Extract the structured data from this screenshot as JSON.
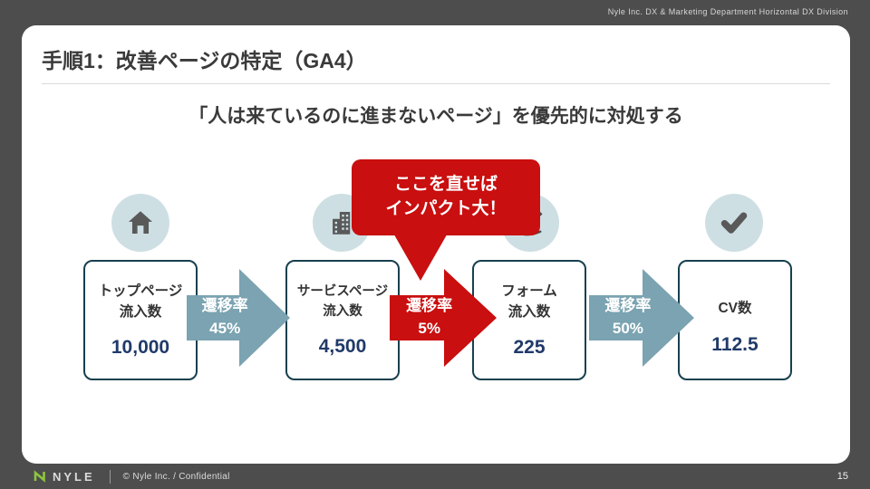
{
  "header": {
    "top_right": "Nyle Inc.  DX & Marketing Department  Horizontal DX Division"
  },
  "slide": {
    "title": "手順1：改善ページの特定（GA4）",
    "subtitle": "「人は来ているのに進まないページ」を優先的に対処する",
    "callout": {
      "line1": "ここを直せば",
      "line2": "インパクト大！"
    },
    "funnel": {
      "stages": [
        {
          "icon": "home-icon",
          "label_line1": "トップページ",
          "label_line2": "流入数",
          "value": "10,000"
        },
        {
          "icon": "building-icon",
          "label_line1": "サービスページ",
          "label_line2": "流入数",
          "value": "4,500"
        },
        {
          "icon": "form-icon",
          "label_line1": "フォーム",
          "label_line2": "流入数",
          "value": "225"
        },
        {
          "icon": "check-icon",
          "label_line1": "CV数",
          "label_line2": "",
          "value": "112.5"
        }
      ],
      "transitions": [
        {
          "label": "遷移率",
          "rate": "45%",
          "highlight": false
        },
        {
          "label": "遷移率",
          "rate": "5%",
          "highlight": true
        },
        {
          "label": "遷移率",
          "rate": "50%",
          "highlight": false
        }
      ]
    }
  },
  "footer": {
    "logo_text": "NYLE",
    "copyright": "© Nyle Inc. / Confidential",
    "page_number": "15"
  },
  "colors": {
    "accent_red": "#c90f0f",
    "arrow_teal": "#7ba3b1",
    "value_navy": "#203a69",
    "box_border": "#17404e",
    "logo_green": "#8cc63e"
  }
}
